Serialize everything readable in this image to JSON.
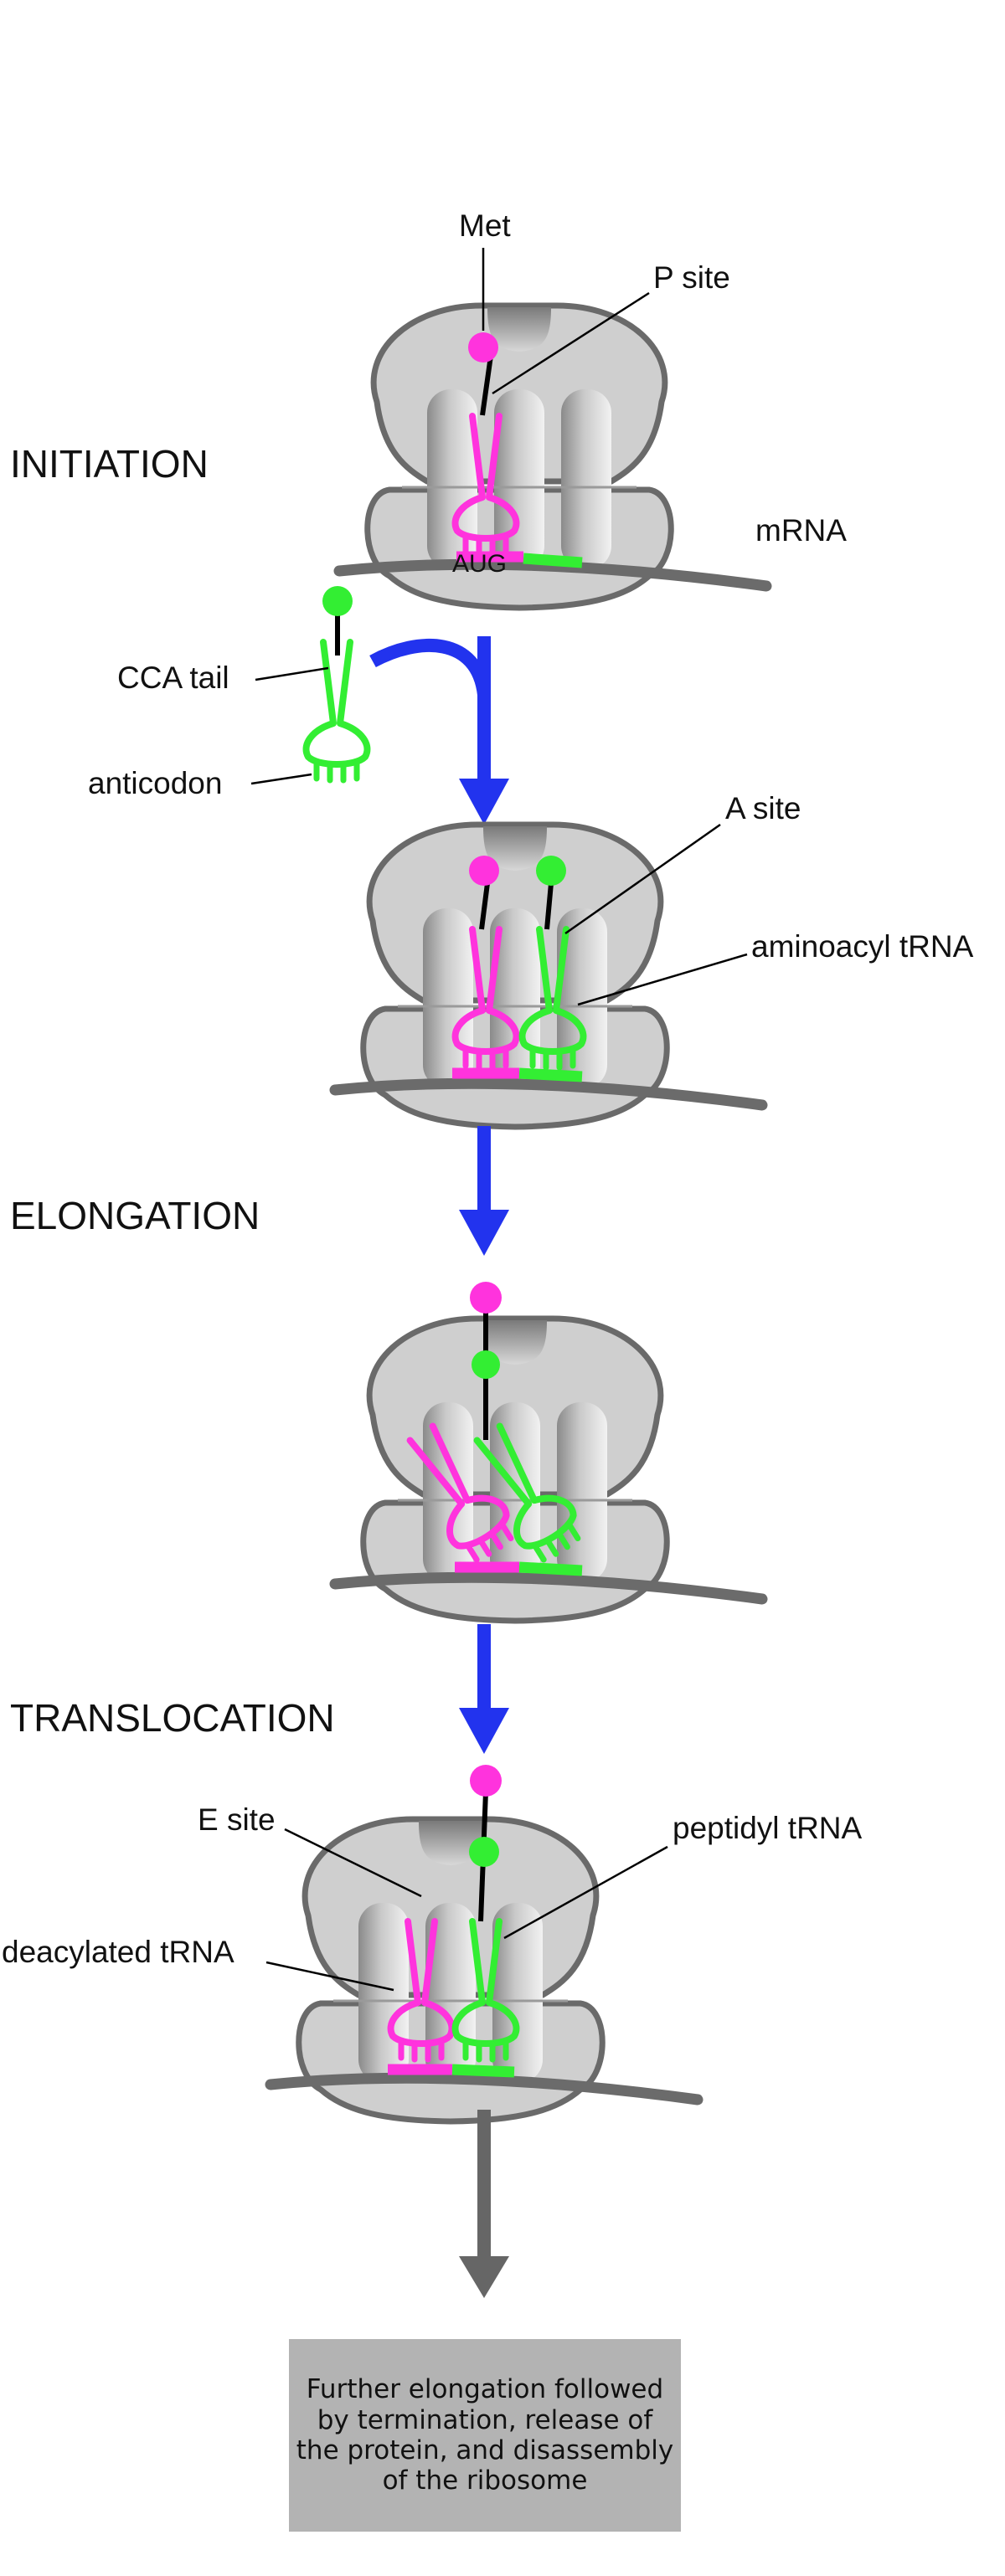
{
  "stages": {
    "initiation": "INITIATION",
    "elongation": "ELONGATION",
    "translocation": "TRANSLOCATION"
  },
  "labels": {
    "met": "Met",
    "p_site": "P site",
    "mrna": "mRNA",
    "aug": "AUG",
    "cca_tail": "CCA tail",
    "anticodon": "anticodon",
    "a_site": "A site",
    "aminoacyl_trna": "aminoacyl tRNA",
    "e_site": "E site",
    "peptidyl_trna": "peptidyl tRNA",
    "deacylated_trna": "deacylated tRNA"
  },
  "final_box": "Further elongation followed by termination, release of the protein, and disassembly of the ribosome",
  "colors": {
    "p_trna": "#ff33dd",
    "a_trna": "#33ee33",
    "arrow": "#2233ee",
    "final_arrow": "#666666",
    "ribosome": "#cfcfcf",
    "ribosome_outline": "#6a6a6a",
    "box": "#b3b3b3"
  }
}
